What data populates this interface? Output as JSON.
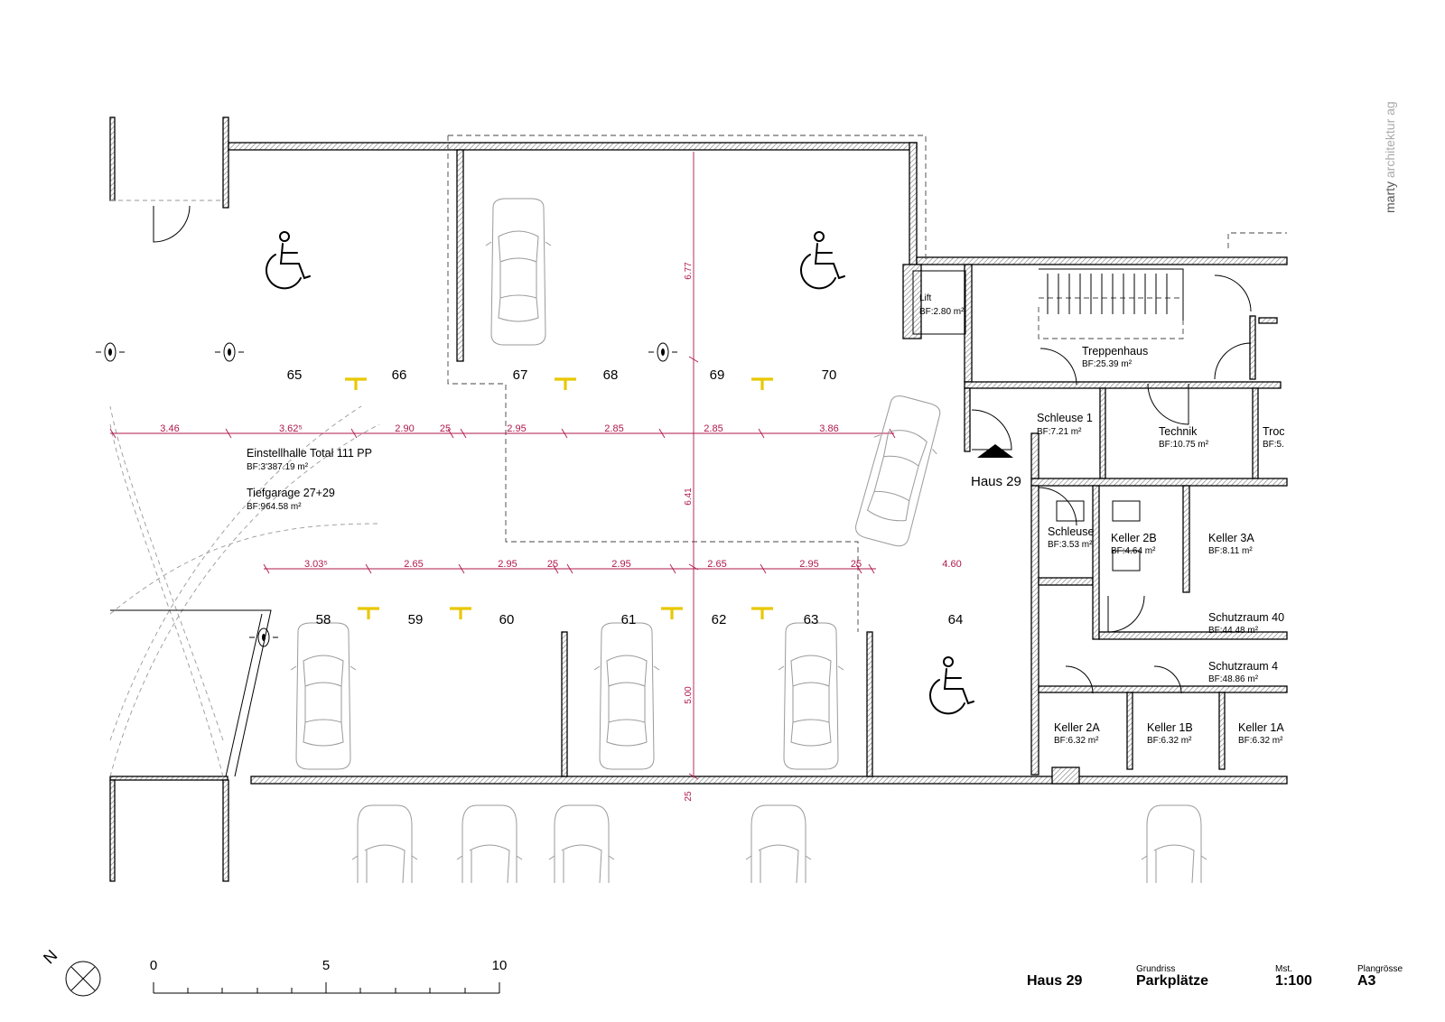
{
  "office": {
    "name_bold": "marty",
    "name_light": "architektur ag"
  },
  "parking": {
    "upper": [
      "65",
      "66",
      "67",
      "68",
      "69",
      "70"
    ],
    "lower": [
      "58",
      "59",
      "60",
      "61",
      "62",
      "63",
      "64"
    ]
  },
  "dims": {
    "row1": [
      "3.46",
      "3.62⁵",
      "2.90",
      "25",
      "2.95",
      "2.85",
      "2.85",
      "3.86"
    ],
    "row2": [
      "3.03⁵",
      "2.65",
      "2.95",
      "25",
      "2.95",
      "2.65",
      "2.95",
      "25",
      "4.60"
    ],
    "vertical": [
      "6.77",
      "6.41",
      "5.00",
      "25"
    ]
  },
  "hall": {
    "title": "Einstellhalle Total 111 PP",
    "title_bf": "BF:3'387.19 m²",
    "garage": "Tiefgarage 27+29",
    "garage_bf": "BF:964.58 m²"
  },
  "rooms": {
    "lift": {
      "name": "Lift",
      "bf": "BF:2.80 m²"
    },
    "treppenhaus": {
      "name": "Treppenhaus",
      "bf": "BF:25.39 m²"
    },
    "schleuse1": {
      "name": "Schleuse 1",
      "bf": "BF:7.21 m²"
    },
    "technik": {
      "name": "Technik",
      "bf": "BF:10.75 m²"
    },
    "trock": {
      "name": "Troc",
      "bf": "BF:5."
    },
    "schleuse": {
      "name": "Schleuse",
      "bf": "BF:3.53 m²"
    },
    "keller2b": {
      "name": "Keller 2B",
      "bf": "BF:4.64 m²"
    },
    "keller3a": {
      "name": "Keller 3A",
      "bf": "BF:8.11 m²"
    },
    "schutz40": {
      "name": "Schutzraum 40",
      "bf": "BF:44.48 m²"
    },
    "schutz4": {
      "name": "Schutzraum 4",
      "bf": "BF:48.86 m²"
    },
    "keller2a": {
      "name": "Keller 2A",
      "bf": "BF:6.32 m²"
    },
    "keller1b": {
      "name": "Keller 1B",
      "bf": "BF:6.32 m²"
    },
    "keller1a": {
      "name": "Keller 1A",
      "bf": "BF:6.32 m²"
    }
  },
  "entrance": {
    "label": "Haus 29"
  },
  "north": {
    "label": "N"
  },
  "scale_bar": {
    "ticks": [
      "0",
      "5",
      "10"
    ]
  },
  "title_block": {
    "project": "Haus 29",
    "drawing_caption": "Grundriss",
    "drawing": "Parkplätze",
    "scale_caption": "Mst.",
    "scale": "1:100",
    "size_caption": "Plangrösse",
    "size": "A3"
  },
  "colors": {
    "dimension": "#b0184a",
    "parking_marker": "#e8c800",
    "wall_hatch": "#888888"
  }
}
